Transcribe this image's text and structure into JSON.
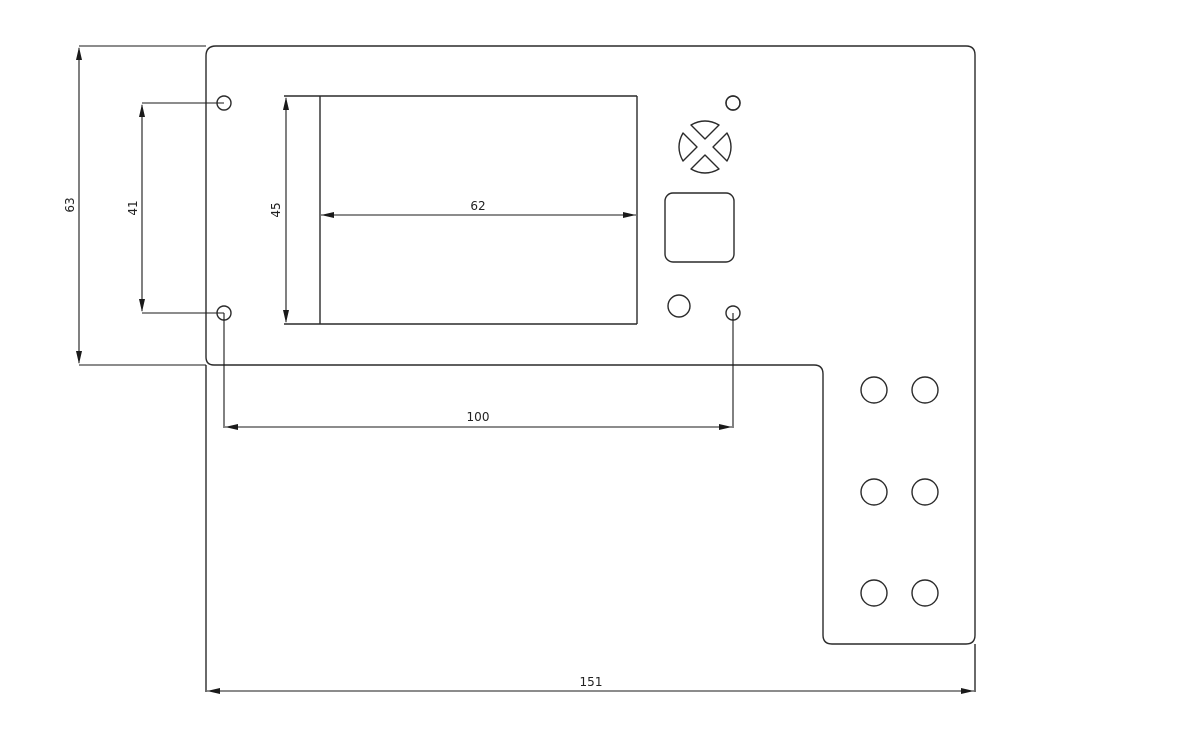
{
  "drawing": {
    "type": "technical panel drawing",
    "units": "mm",
    "colors": {
      "line": "#2a2a2a",
      "background": "#ffffff"
    }
  },
  "dimensions": {
    "overall_width": "151",
    "upper_height": "63",
    "mount_hole_spacing_vertical": "41",
    "screen_height": "45",
    "screen_width": "62",
    "mount_hole_spacing_horizontal": "100"
  },
  "features": {
    "screen_cutout": "display window",
    "dpad": "directional pad cutout",
    "square_button": "square button cutout",
    "mount_holes": 4,
    "button_holes_grid": "3 rows x 2 columns"
  }
}
